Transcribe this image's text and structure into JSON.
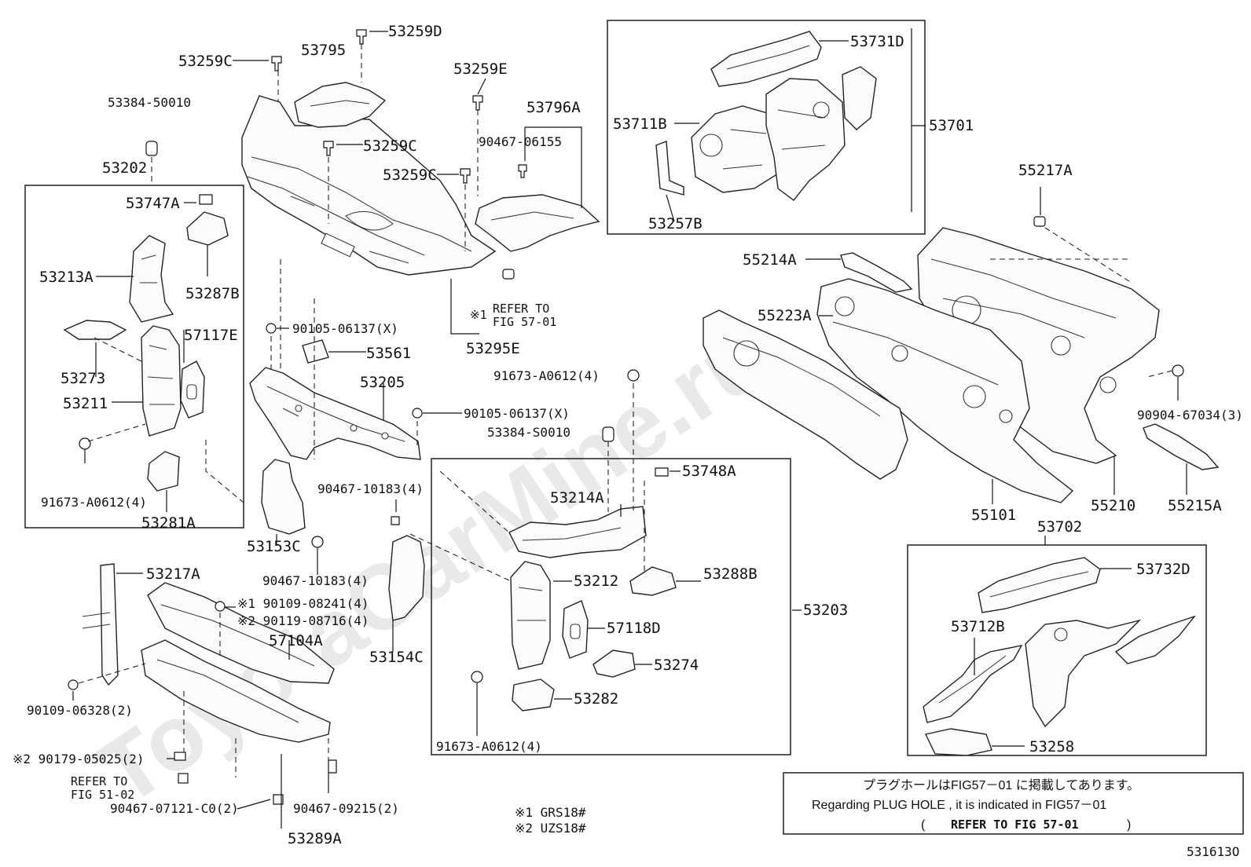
{
  "watermark": "ToyotaCarMine.ru",
  "figure_code": "531613O",
  "labels": {
    "p53259D": "53259D",
    "p53795": "53795",
    "p53259C_a": "53259C",
    "p53259E": "53259E",
    "p53796A": "53796A",
    "p53384_50010_a": "53384-50010",
    "p90467_06155": "90467-06155",
    "p53259C_b": "53259C",
    "p53259C_c": "53259C",
    "p53202": "53202",
    "p53747A": "53747A",
    "p53213A": "53213A",
    "p53287B": "53287B",
    "p53273": "53273",
    "p57117E": "57117E",
    "p53211": "53211",
    "p91673_a": "91673-A0612(4)",
    "p53281A": "53281A",
    "p90105_x_a": "90105-06137(X)",
    "p53561": "53561",
    "p53205": "53205",
    "p53295E": "53295E",
    "ref1_line1": "REFER TO",
    "ref1_line2": "FIG 57-01",
    "ref1_mark": "※1",
    "p91673_b": "91673-A0612(4)",
    "p90105_x_b": "90105-06137(X)",
    "p53384_50010_b": "53384-S0010",
    "p90467_10183_a": "90467-10183(4)",
    "p53748A": "53748A",
    "p53214A": "53214A",
    "p53153C": "53153C",
    "p90467_10183_b": "90467-10183(4)",
    "p53288B": "53288B",
    "p53212": "53212",
    "p53203": "53203",
    "p57118D": "57118D",
    "p53154C": "53154C",
    "p53274": "53274",
    "p53282": "53282",
    "p91673_c": "91673-A0612(4)",
    "p53217A": "53217A",
    "p90109_08241": "※1 90109-08241(4)",
    "p90119_08716": "※2 90119-08716(4)",
    "p57104A": "57104A",
    "p90109_06328": "90109-06328(2)",
    "p90179_05025": "※2 90179-05025(2)",
    "ref2_line1": "REFER TO",
    "ref2_line2": "FIG 51-02",
    "p90467_07121": "90467-07121-C0(2)",
    "p90467_09215": "90467-09215(2)",
    "p53289A": "53289A",
    "legend1": "※1 GRS18#",
    "legend2": "※2 UZS18#",
    "p53731D": "53731D",
    "p53701": "53701",
    "p53711B": "53711B",
    "p53257B": "53257B",
    "p55217A": "55217A",
    "p55214A": "55214A",
    "p55223A": "55223A",
    "p90904_67034": "90904-67034(3)",
    "p55101": "55101",
    "p55210": "55210",
    "p55215A": "55215A",
    "p53702": "53702",
    "p53732D": "53732D",
    "p53712B": "53712B",
    "p53258": "53258"
  },
  "notice": {
    "line1": "プラグホールはFIG57－01 に掲載してあります。",
    "line2": "Regarding PLUG HOLE , it is indicated in FIG57－01",
    "line3_open": "(",
    "line3_text": "REFER TO FIG 57-01",
    "line3_close": ")"
  }
}
